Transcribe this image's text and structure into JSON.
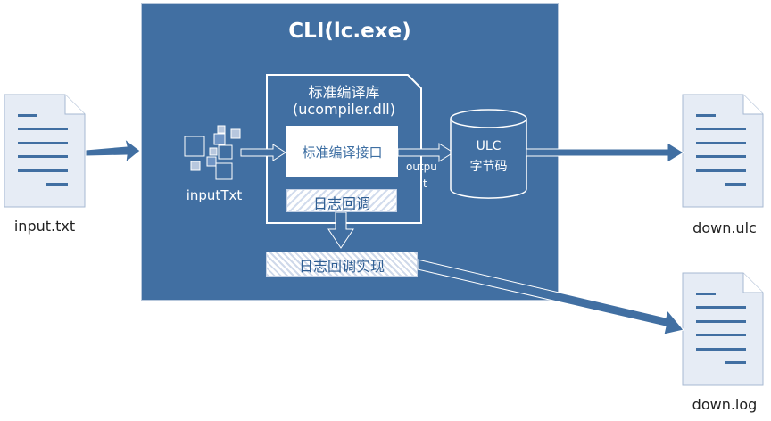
{
  "cli": {
    "title": "CLI(lc.exe)"
  },
  "library": {
    "name_line1": "标准编译库",
    "name_line2": "(ucompiler.dll)"
  },
  "interface": {
    "label": "标准编译接口"
  },
  "log_callback": {
    "label": "日志回调"
  },
  "log_impl": {
    "label": "日志回调实现"
  },
  "input_source": {
    "label": "inputTxt"
  },
  "output_edge": {
    "label_part1": "outpu",
    "label_part2": "t"
  },
  "ulc_store": {
    "line1": "ULC",
    "line2": "字节码"
  },
  "files": {
    "input": "input.txt",
    "down_ulc": "down.ulc",
    "down_log": "down.log"
  },
  "colors": {
    "container": "#416fa2",
    "arrow": "#416fa2",
    "file_fill": "#e6ecf5",
    "text_dark": "#222222"
  }
}
